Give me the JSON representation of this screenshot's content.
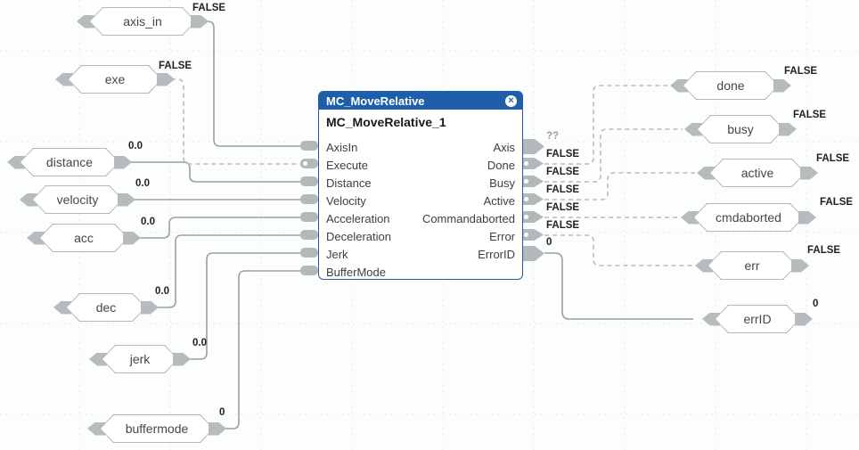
{
  "block": {
    "title": "MC_MoveRelative",
    "instance": "MC_MoveRelative_1",
    "close_glyph": "×",
    "inputs": [
      "AxisIn",
      "Execute",
      "Distance",
      "Velocity",
      "Acceleration",
      "Deceleration",
      "Jerk",
      "BufferMode"
    ],
    "outputs": [
      "Axis",
      "Done",
      "Busy",
      "Active",
      "Commandaborted",
      "Error",
      "ErrorID"
    ]
  },
  "output_values": [
    "??",
    "FALSE",
    "FALSE",
    "FALSE",
    "FALSE",
    "FALSE",
    "0"
  ],
  "input_tags": [
    {
      "label": "axis_in",
      "value": "FALSE"
    },
    {
      "label": "exe",
      "value": "FALSE"
    },
    {
      "label": "distance",
      "value": "0.0"
    },
    {
      "label": "velocity",
      "value": "0.0"
    },
    {
      "label": "acc",
      "value": "0.0"
    },
    {
      "label": "dec",
      "value": "0.0"
    },
    {
      "label": "jerk",
      "value": "0.0"
    },
    {
      "label": "buffermode",
      "value": "0"
    }
  ],
  "output_tags": [
    {
      "label": "done",
      "value": "FALSE"
    },
    {
      "label": "busy",
      "value": "FALSE"
    },
    {
      "label": "active",
      "value": "FALSE"
    },
    {
      "label": "cmdaborted",
      "value": "FALSE"
    },
    {
      "label": "err",
      "value": "FALSE"
    },
    {
      "label": "errID",
      "value": "0"
    }
  ],
  "colors": {
    "block_header": "#1f5fa9",
    "block_border": "#1f5fa9",
    "pin_gray": "#b3b8bb",
    "wire_solid": "#9aa0a4",
    "wire_dashed": "#b7bcbf",
    "grid_dots": "#e9ecec",
    "value_text": "#1e2022",
    "unknown_value_text": "#9aa0a6",
    "canvas_bg": "#fcfdfd"
  }
}
